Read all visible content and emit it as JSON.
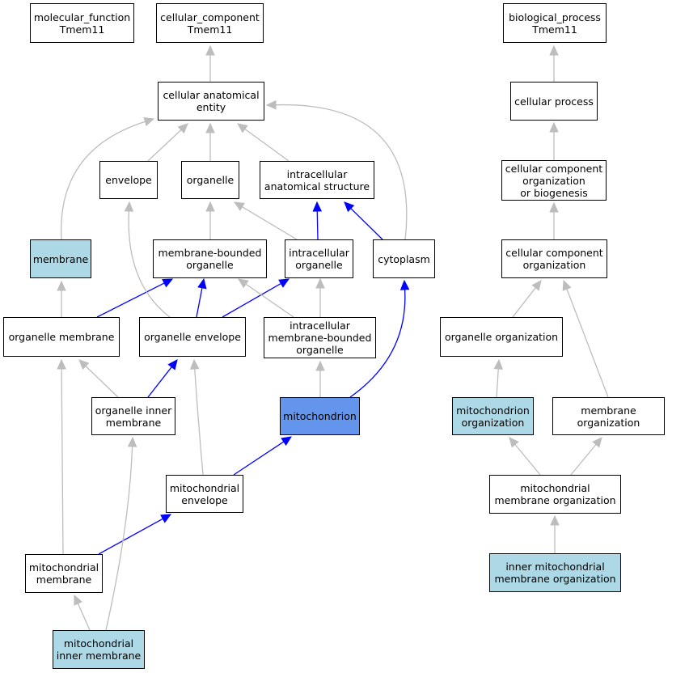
{
  "colors": {
    "default_fill": "#ffffff",
    "light_highlight": "#add8e6",
    "strong_highlight": "#6495ed",
    "gray_edge": "#bdbdbd",
    "blue_edge": "#0000ff"
  },
  "nodes": {
    "molecular_function": {
      "label": "molecular_function\nTmem11",
      "highlight": "none"
    },
    "cellular_component": {
      "label": "cellular_component\nTmem11",
      "highlight": "none"
    },
    "biological_process": {
      "label": "biological_process\nTmem11",
      "highlight": "none"
    },
    "cellular_anatomical_entity": {
      "label": "cellular anatomical\nentity",
      "highlight": "none"
    },
    "cellular_process": {
      "label": "cellular process",
      "highlight": "none"
    },
    "envelope": {
      "label": "envelope",
      "highlight": "none"
    },
    "organelle": {
      "label": "organelle",
      "highlight": "none"
    },
    "intracellular_anatomical_structure": {
      "label": "intracellular\nanatomical structure",
      "highlight": "none"
    },
    "ccob": {
      "label": "cellular component\norganization\nor biogenesis",
      "highlight": "none"
    },
    "membrane": {
      "label": "membrane",
      "highlight": "light"
    },
    "membrane_bounded_organelle": {
      "label": "membrane-bounded\norganelle",
      "highlight": "none"
    },
    "intracellular_organelle": {
      "label": "intracellular\norganelle",
      "highlight": "none"
    },
    "cytoplasm": {
      "label": "cytoplasm",
      "highlight": "none"
    },
    "cellular_component_organization": {
      "label": "cellular component\norganization",
      "highlight": "none"
    },
    "organelle_membrane": {
      "label": "organelle membrane",
      "highlight": "none"
    },
    "organelle_envelope": {
      "label": "organelle envelope",
      "highlight": "none"
    },
    "intracellular_mbo": {
      "label": "intracellular\nmembrane-bounded\norganelle",
      "highlight": "none"
    },
    "organelle_organization": {
      "label": "organelle organization",
      "highlight": "none"
    },
    "organelle_inner_membrane": {
      "label": "organelle inner\nmembrane",
      "highlight": "none"
    },
    "mitochondrion": {
      "label": "mitochondrion",
      "highlight": "strong"
    },
    "mitochondrion_organization": {
      "label": "mitochondrion\norganization",
      "highlight": "light"
    },
    "membrane_organization": {
      "label": "membrane organization",
      "highlight": "none"
    },
    "mitochondrial_envelope": {
      "label": "mitochondrial\nenvelope",
      "highlight": "none"
    },
    "mitochondrial_membrane_organization": {
      "label": "mitochondrial\nmembrane organization",
      "highlight": "none"
    },
    "mitochondrial_membrane": {
      "label": "mitochondrial\nmembrane",
      "highlight": "none"
    },
    "inner_mitochondrial_membrane_organization": {
      "label": "inner mitochondrial\nmembrane organization",
      "highlight": "light"
    },
    "mitochondrial_inner_membrane": {
      "label": "mitochondrial\ninner membrane",
      "highlight": "light"
    }
  },
  "edges": [
    {
      "from": "cellular_anatomical_entity",
      "to": "cellular_component",
      "type": "is_a"
    },
    {
      "from": "envelope",
      "to": "cellular_anatomical_entity",
      "type": "is_a"
    },
    {
      "from": "organelle",
      "to": "cellular_anatomical_entity",
      "type": "is_a"
    },
    {
      "from": "intracellular_anatomical_structure",
      "to": "cellular_anatomical_entity",
      "type": "is_a"
    },
    {
      "from": "membrane",
      "to": "cellular_anatomical_entity",
      "type": "is_a"
    },
    {
      "from": "cytoplasm",
      "to": "cellular_anatomical_entity",
      "type": "is_a"
    },
    {
      "from": "membrane_bounded_organelle",
      "to": "organelle",
      "type": "is_a"
    },
    {
      "from": "intracellular_organelle",
      "to": "organelle",
      "type": "is_a"
    },
    {
      "from": "intracellular_organelle",
      "to": "intracellular_anatomical_structure",
      "type": "part_of"
    },
    {
      "from": "cytoplasm",
      "to": "intracellular_anatomical_structure",
      "type": "part_of"
    },
    {
      "from": "organelle_membrane",
      "to": "membrane",
      "type": "is_a"
    },
    {
      "from": "organelle_membrane",
      "to": "membrane_bounded_organelle",
      "type": "part_of"
    },
    {
      "from": "organelle_envelope",
      "to": "envelope",
      "type": "is_a"
    },
    {
      "from": "organelle_envelope",
      "to": "membrane_bounded_organelle",
      "type": "part_of"
    },
    {
      "from": "organelle_envelope",
      "to": "intracellular_organelle",
      "type": "part_of"
    },
    {
      "from": "intracellular_mbo",
      "to": "membrane_bounded_organelle",
      "type": "is_a"
    },
    {
      "from": "intracellular_mbo",
      "to": "intracellular_organelle",
      "type": "is_a"
    },
    {
      "from": "organelle_inner_membrane",
      "to": "organelle_membrane",
      "type": "is_a"
    },
    {
      "from": "organelle_inner_membrane",
      "to": "organelle_envelope",
      "type": "part_of"
    },
    {
      "from": "mitochondrion",
      "to": "intracellular_mbo",
      "type": "is_a"
    },
    {
      "from": "mitochondrion",
      "to": "cytoplasm",
      "type": "part_of"
    },
    {
      "from": "mitochondrial_envelope",
      "to": "organelle_envelope",
      "type": "is_a"
    },
    {
      "from": "mitochondrial_envelope",
      "to": "mitochondrion",
      "type": "part_of"
    },
    {
      "from": "mitochondrial_membrane",
      "to": "organelle_membrane",
      "type": "is_a"
    },
    {
      "from": "mitochondrial_membrane",
      "to": "mitochondrial_envelope",
      "type": "part_of"
    },
    {
      "from": "mitochondrial_inner_membrane",
      "to": "mitochondrial_membrane",
      "type": "is_a"
    },
    {
      "from": "mitochondrial_inner_membrane",
      "to": "organelle_inner_membrane",
      "type": "is_a"
    },
    {
      "from": "cellular_process",
      "to": "biological_process",
      "type": "is_a"
    },
    {
      "from": "ccob",
      "to": "cellular_process",
      "type": "is_a"
    },
    {
      "from": "cellular_component_organization",
      "to": "ccob",
      "type": "is_a"
    },
    {
      "from": "organelle_organization",
      "to": "cellular_component_organization",
      "type": "is_a"
    },
    {
      "from": "membrane_organization",
      "to": "cellular_component_organization",
      "type": "is_a"
    },
    {
      "from": "mitochondrion_organization",
      "to": "organelle_organization",
      "type": "is_a"
    },
    {
      "from": "mitochondrial_membrane_organization",
      "to": "mitochondrion_organization",
      "type": "is_a"
    },
    {
      "from": "mitochondrial_membrane_organization",
      "to": "membrane_organization",
      "type": "is_a"
    },
    {
      "from": "inner_mitochondrial_membrane_organization",
      "to": "mitochondrial_membrane_organization",
      "type": "is_a"
    }
  ]
}
